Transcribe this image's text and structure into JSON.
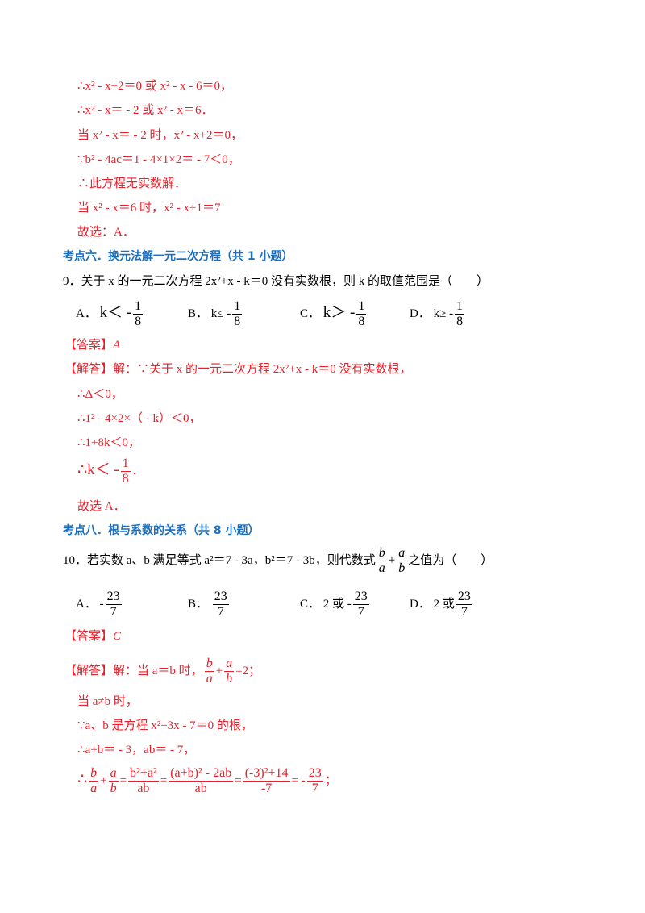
{
  "top_solution": {
    "l1_a": "∴",
    "l1_b": "x",
    "l1_c": "2",
    "l1_d": " - ",
    "l1_e": "x",
    "l1_f": "+2＝0 或 ",
    "l1_g": "x",
    "l1_h": "2",
    "l1_i": " - ",
    "l1_j": "x",
    "l1_k": " - 6＝0，",
    "l2": "∴x² - x＝ - 2 或 x² - x＝6．",
    "l3": "当 x² - x＝ - 2 时，x² - x+2＝0，",
    "l4": "∵b² - 4ac＝1 - 4×1×2＝ - 7＜0，",
    "l5": "∴此方程无实数解．",
    "l6": "当 x² - x＝6 时，x² - x+1＝7",
    "l7": "故选：A．"
  },
  "section6": {
    "title": "考点六．换元法解一元二次方程（共 1 小题）"
  },
  "q9": {
    "stem": "9．关于 x 的一元二次方程 2x²+x - k＝0 没有实数根，则 k 的取值范围是（　　）",
    "options": [
      {
        "letter": "A．",
        "pre": "k＜ -",
        "num": "1",
        "den": "8"
      },
      {
        "letter": "B．",
        "pre": "k≤ -",
        "num": "1",
        "den": "8"
      },
      {
        "letter": "C．",
        "pre": "k＞ -",
        "num": "1",
        "den": "8"
      },
      {
        "letter": "D．",
        "pre": "k≥ -",
        "num": "1",
        "den": "8"
      }
    ],
    "answer_label": "【答案】",
    "answer": "A",
    "solution_label": "【解答】",
    "s1": "解：∵关于 x 的一元二次方程 2x²+x - k＝0 没有实数根，",
    "s2": "∴Δ＜0，",
    "s3": "∴1² - 4×2×（ - k）＜0，",
    "s4": "∴1+8k＜0，",
    "s5_pre": "∴k＜ -",
    "s5_num": "1",
    "s5_den": "8",
    "s5_post": "．",
    "s6": "故选 A．"
  },
  "section8": {
    "title": "考点八．根与系数的关系（共 8 小题）"
  },
  "q10": {
    "stem_pre": "10．若实数 a、b 满足等式 a²＝7 - 3a，b²＝7 - 3b，则代数式",
    "stem_post": "之值为（　　）",
    "options": [
      {
        "letter": "A．",
        "pre": "-",
        "num": "23",
        "den": "7"
      },
      {
        "letter": "B．",
        "pre": "",
        "num": "23",
        "den": "7"
      },
      {
        "letter": "C．",
        "pre": "2 或 -",
        "num": "23",
        "den": "7"
      },
      {
        "letter": "D．",
        "pre": "2 或",
        "num": "23",
        "den": "7"
      }
    ],
    "answer_label": "【答案】",
    "answer": "C",
    "solution_label": "【解答】",
    "s1_pre": "解：当 a＝b 时，",
    "s1_post": "=2；",
    "s2": "当 a≠b 时，",
    "s3": "∵a、b 是方程 x²+3x - 7＝0 的根，",
    "s4": "∴a+b＝ - 3，ab＝ - 7，",
    "s5_pre": "∴",
    "f_b": "b",
    "f_a": "a",
    "f_num2": "b²+a²",
    "f_den2": "ab",
    "f_num3": "(a+b)² - 2ab",
    "f_den3": "ab",
    "f_num4": "(-3)²+14",
    "f_den4": "-7",
    "f_res_pre": "= -",
    "f_res_num": "23",
    "f_res_den": "7",
    "s5_post": "；"
  },
  "colors": {
    "solution": "#e8202a",
    "heading": "#1a6fc0",
    "text": "#000000"
  }
}
